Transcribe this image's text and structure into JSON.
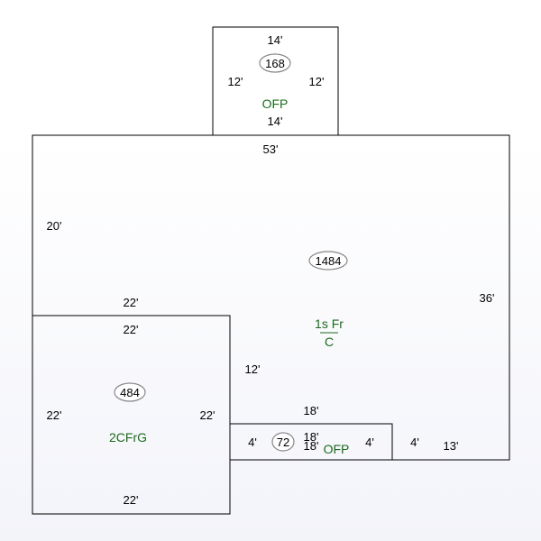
{
  "colors": {
    "dimension_text": "#000000",
    "label_text": "#1a6b1a",
    "oval_stroke": "#888888",
    "wall": "#000000"
  },
  "porch_top": {
    "area": "168",
    "label": "OFP",
    "dim_top": "14'",
    "dim_bottom": "14'",
    "dim_left": "12'",
    "dim_right": "12'"
  },
  "main": {
    "area": "1484",
    "label_line1": "1s Fr",
    "label_line2": "C",
    "dim_top": "53'",
    "dim_left": "20'",
    "dim_right": "36'",
    "dim_inner_horizontal": "22'",
    "dim_inner_vertical": "12'",
    "dim_step": "4'",
    "dim_bottom_right": "13'"
  },
  "garage": {
    "area": "484",
    "label": "2CFrG",
    "dim_top": "22'",
    "dim_bottom": "22'",
    "dim_left": "22'",
    "dim_right": "22'"
  },
  "porch_bottom": {
    "area": "72",
    "label": "OFP",
    "dim_top": "18'",
    "dim_bottom": "18'",
    "dim_left": "4'",
    "dim_right": "4'"
  }
}
